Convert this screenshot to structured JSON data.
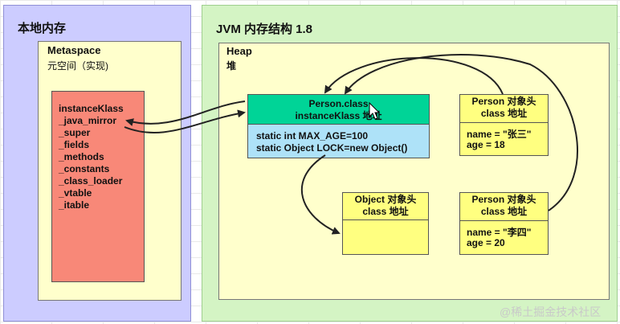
{
  "native": {
    "title": "本地内存",
    "metaspace_title": "Metaspace",
    "metaspace_sub": "元空间（实现)",
    "klass_lines": [
      "instanceKlass",
      "_java_mirror",
      "_super",
      "_fields",
      "_methods",
      "_constants",
      "_class_loader",
      "_vtable",
      "_itable"
    ]
  },
  "jvm": {
    "title": "JVM 内存结构 1.8",
    "heap_title": "Heap",
    "heap_sub": "堆"
  },
  "person_class": {
    "line1": "Person.class",
    "line2": "instanceKlass 地址",
    "field1": "static int  MAX_AGE=100",
    "field2": "static Object LOCK=new Object()"
  },
  "person1": {
    "head1": "Person 对象头",
    "head2": "class 地址",
    "name": "name = \"张三\"",
    "age": "age = 18"
  },
  "person2": {
    "head1": "Person 对象头",
    "head2": "class 地址",
    "name": "name = \"李四\"",
    "age": "age = 20"
  },
  "object1": {
    "head1": "Object 对象头",
    "head2": "class 地址"
  },
  "watermark": "@稀土掘金技术社区",
  "colors": {
    "native_bg": "#ccccff",
    "jvm_bg": "#d4f4c4",
    "box_bg": "#ffffcc",
    "klass_bg": "#f88878",
    "class_header": "#00d497",
    "class_body": "#aee2f8",
    "object_bg": "#ffff80"
  }
}
